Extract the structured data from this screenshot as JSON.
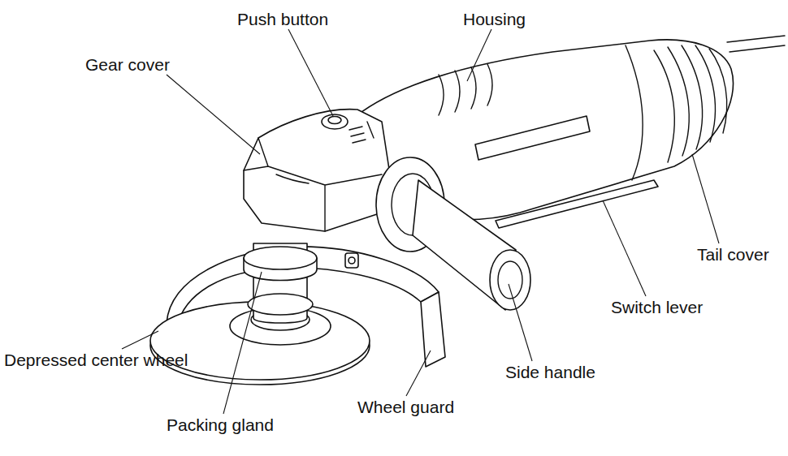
{
  "diagram": {
    "labels": [
      "Push button",
      "Housing",
      "Gear cover",
      "Tail cover",
      "Switch lever",
      "Side handle",
      "Depressed center wheel",
      "Packing gland",
      "Wheel guard"
    ]
  }
}
